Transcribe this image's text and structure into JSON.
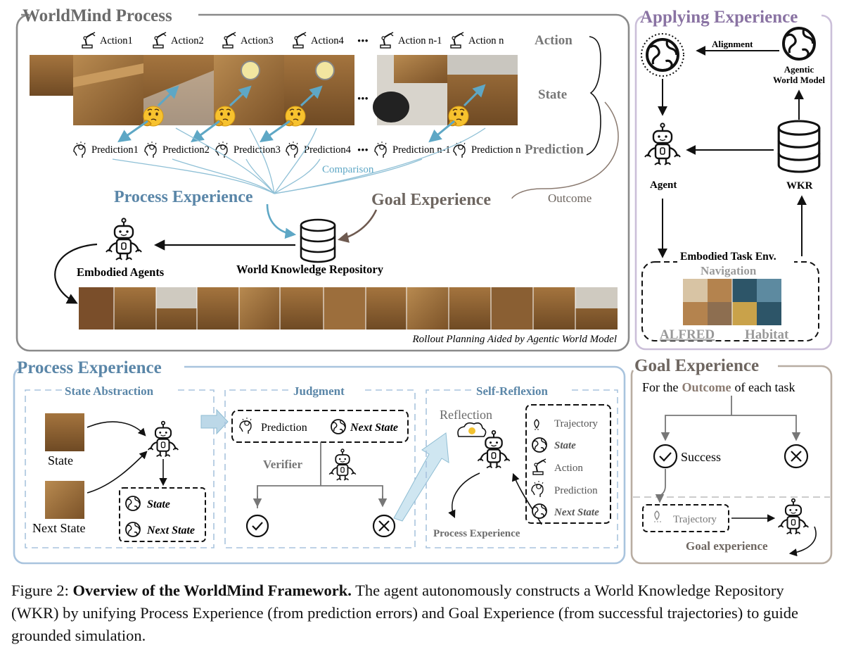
{
  "panels": {
    "worldmind_process": {
      "title": "WorldMind Process"
    },
    "applying_experience": {
      "title": "Applying Experience"
    },
    "process_experience": {
      "title": "Process Experience"
    },
    "goal_experience": {
      "title": "Goal Experience"
    }
  },
  "process": {
    "actions": [
      "Action1",
      "Action2",
      "Action3",
      "Action4",
      "Action n-1",
      "Action n"
    ],
    "predictions": [
      "Prediction1",
      "Prediction2",
      "Prediction3",
      "Prediction4",
      "Prediction n-1",
      "Prediction n"
    ],
    "ellipsis": "•••",
    "row_labels": {
      "action": "Action",
      "state": "State",
      "prediction": "Prediction"
    },
    "comparison": "Comparison",
    "process_experience": "Process Experience",
    "goal_experience": "Goal Experience",
    "outcome": "Outcome",
    "embodied_agents": "Embodied Agents",
    "repository": "World Knowledge Repository",
    "rollout": "Rollout Planning Aided by Agentic World Model"
  },
  "applying": {
    "alignment": "Alignment",
    "agentic_world_model": [
      "Agentic",
      "World Model"
    ],
    "agent": "Agent",
    "wkr": "WKR",
    "env_title": "Embodied Task Env.",
    "navigation": "Navigation",
    "alfred": "ALFRED",
    "habitat": "Habitat"
  },
  "process_exp": {
    "state_abstraction": "State Abstraction",
    "state": "State",
    "next_state": "Next State",
    "state_bold": "State",
    "next_state_bold": "Next State",
    "judgment": "Judgment",
    "prediction": "Prediction",
    "next_state_judge": "Next State",
    "verifier": "Verifier",
    "self_reflexion": "Self-Reflexion",
    "reflection": "Reflection",
    "list": [
      "Trajectory",
      "State",
      "Action",
      "Prediction",
      "Next State"
    ],
    "process_experience": "Process Experience"
  },
  "goal_exp": {
    "for_the": "For the",
    "outcome": "Outcome",
    "of_each_task": "of each task",
    "success": "Success",
    "trajectory": "Trajectory",
    "goal_experience": "Goal experience"
  },
  "caption": {
    "prefix": "Figure 2: ",
    "title": "Overview of the WorldMind Framework.",
    "body": " The agent autonomously constructs a World Knowledge Repository (WKR) by unifying Process Experience (from prediction errors) and Goal Experience (from successful trajectories) to guide grounded simulation."
  },
  "colors": {
    "process_blue": "#5a86a8",
    "goal_gray": "#6e6660",
    "applying_purple": "#8a73a3",
    "frame_gray": "#8a8a8a",
    "arrow_teal": "#5ea7c5",
    "panel_blue_border": "#a9c4de",
    "goal_border": "#b8ada2",
    "purple_border": "#cbbfd9"
  }
}
